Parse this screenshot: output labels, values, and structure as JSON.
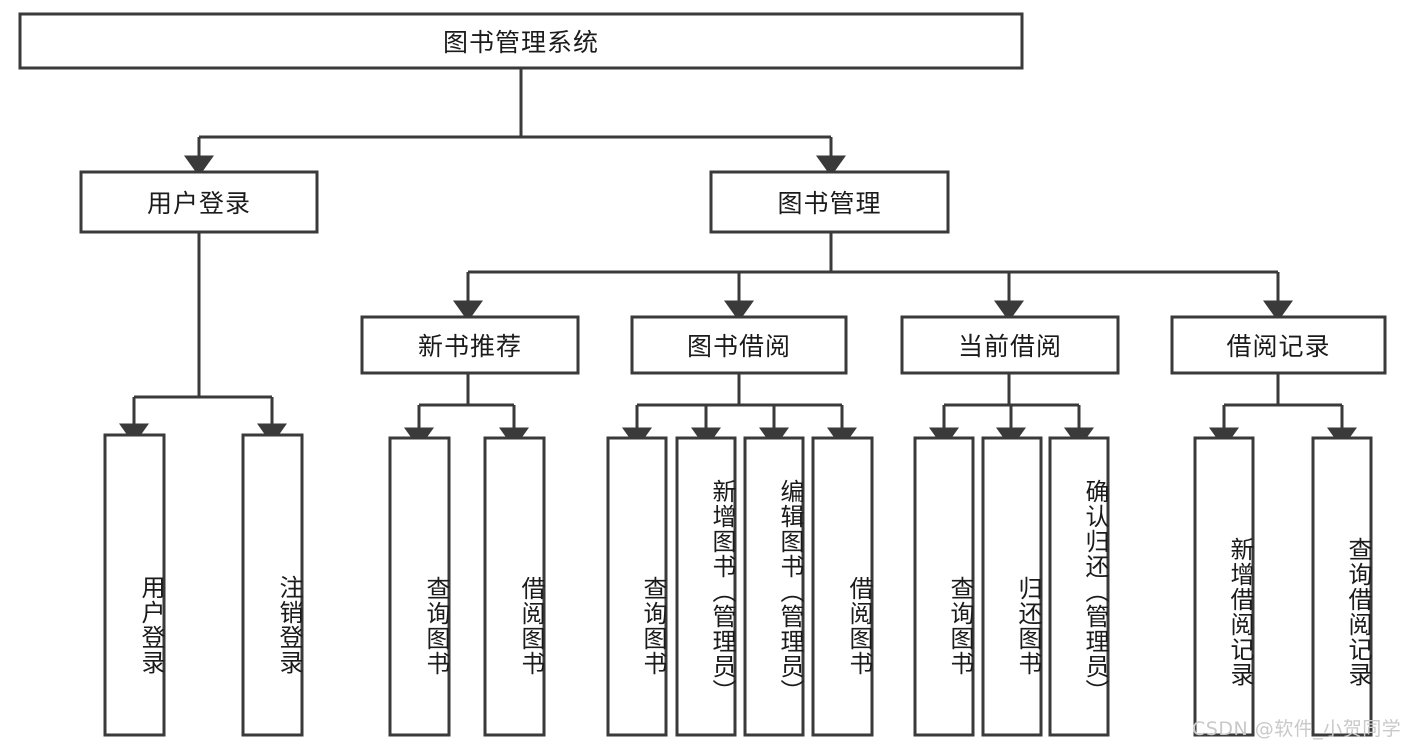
{
  "diagram": {
    "type": "tree",
    "title": "图书管理系统",
    "orientation": "top-down",
    "colors": {
      "box_stroke": "#3a3a3a",
      "box_fill": "#ffffff",
      "edge": "#3a3a3a",
      "text": "#1b1b1b",
      "watermark": "#c9c9c9",
      "background": "#ffffff"
    },
    "levels": {
      "root": {
        "label": "图书管理系统"
      },
      "level2": [
        {
          "label": "用户登录"
        },
        {
          "label": "图书管理"
        }
      ],
      "level3": [
        {
          "label": "新书推荐"
        },
        {
          "label": "图书借阅"
        },
        {
          "label": "当前借阅"
        },
        {
          "label": "借阅记录"
        }
      ],
      "leaves": {
        "user_login": [
          {
            "label": "用户登录"
          },
          {
            "label": "注销登录"
          }
        ],
        "new_book_recommend": [
          {
            "label": "查询图书"
          },
          {
            "label": "借阅图书"
          }
        ],
        "book_borrow": [
          {
            "label": "查询图书"
          },
          {
            "label": "新增图书（管理员）"
          },
          {
            "label": "编辑图书（管理员）"
          },
          {
            "label": "借阅图书"
          }
        ],
        "current_borrow": [
          {
            "label": "查询图书"
          },
          {
            "label": "归还图书"
          },
          {
            "label": "确认归还（管理员）"
          }
        ],
        "borrow_record": [
          {
            "label": "新增借阅记录"
          },
          {
            "label": "查询借阅记录"
          }
        ]
      }
    }
  },
  "watermark": {
    "text": "CSDN @软件_小贺同学"
  }
}
